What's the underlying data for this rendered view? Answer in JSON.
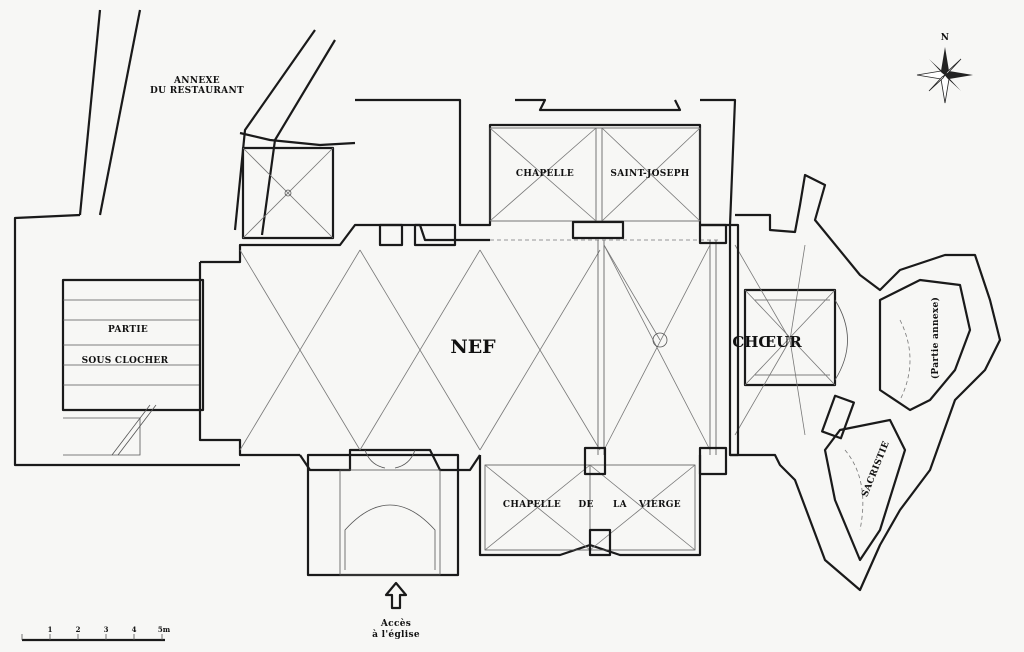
{
  "labels": {
    "annexe_line1": "ANNEXE",
    "annexe_line2": "DU RESTAURANT",
    "chapelle": "CHAPELLE",
    "saint_joseph": "SAINT-JOSEPH",
    "partie": "PARTIE",
    "sous_clocher": "SOUS CLOCHER",
    "nef": "NEF",
    "choeur": "CHŒUR",
    "partie_annexe": "(Partie annexe)",
    "sacristie": "SACRISTIE",
    "chapelle_vierge_1": "CHAPELLE",
    "chapelle_vierge_2": "DE",
    "chapelle_vierge_3": "LA",
    "chapelle_vierge_4": "VIERGE",
    "acces_line1": "Accès",
    "acces_line2": "à l'église"
  },
  "compass": {
    "north": "N"
  },
  "scale": {
    "ticks": [
      "1",
      "2",
      "3",
      "4",
      "5m"
    ]
  }
}
